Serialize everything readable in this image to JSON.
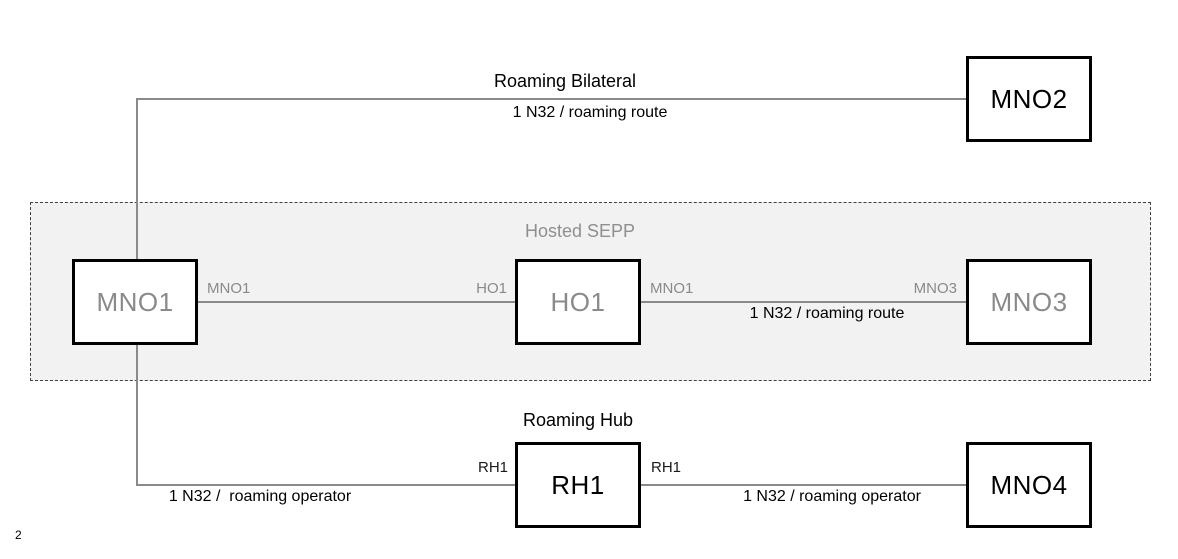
{
  "page": {
    "number": "2"
  },
  "colors": {
    "background": "#ffffff",
    "connector_line": "#8a8a8a",
    "box_border": "#000000",
    "box_fill": "#ffffff",
    "gray_text": "#8a8a8a",
    "black_text": "#000000",
    "sepp_region_fill": "#f2f2f2",
    "sepp_region_border": "#404040"
  },
  "nodes": {
    "mno1": {
      "label": "MNO1"
    },
    "mno2": {
      "label": "MNO2"
    },
    "mno3": {
      "label": "MNO3"
    },
    "mno4": {
      "label": "MNO4"
    },
    "ho1": {
      "label": "HO1"
    },
    "rh1": {
      "label": "RH1"
    }
  },
  "sections": {
    "bilateral": {
      "title": "Roaming Bilateral",
      "link_sublabel": "1 N32 / roaming route"
    },
    "hosted_sepp": {
      "title": "Hosted SEPP",
      "link_mno1_ho1": {
        "left_port": "MNO1",
        "right_port": "HO1"
      },
      "link_ho1_mno3": {
        "left_port": "MNO1",
        "right_port": "MNO3",
        "sublabel": "1 N32 / roaming route"
      }
    },
    "roaming_hub": {
      "title": "Roaming Hub",
      "link_mno1_rh1": {
        "port": "RH1",
        "sublabel": "1 N32 /  roaming operator"
      },
      "link_rh1_mno4": {
        "port": "RH1",
        "sublabel": "1 N32 / roaming operator"
      }
    }
  }
}
